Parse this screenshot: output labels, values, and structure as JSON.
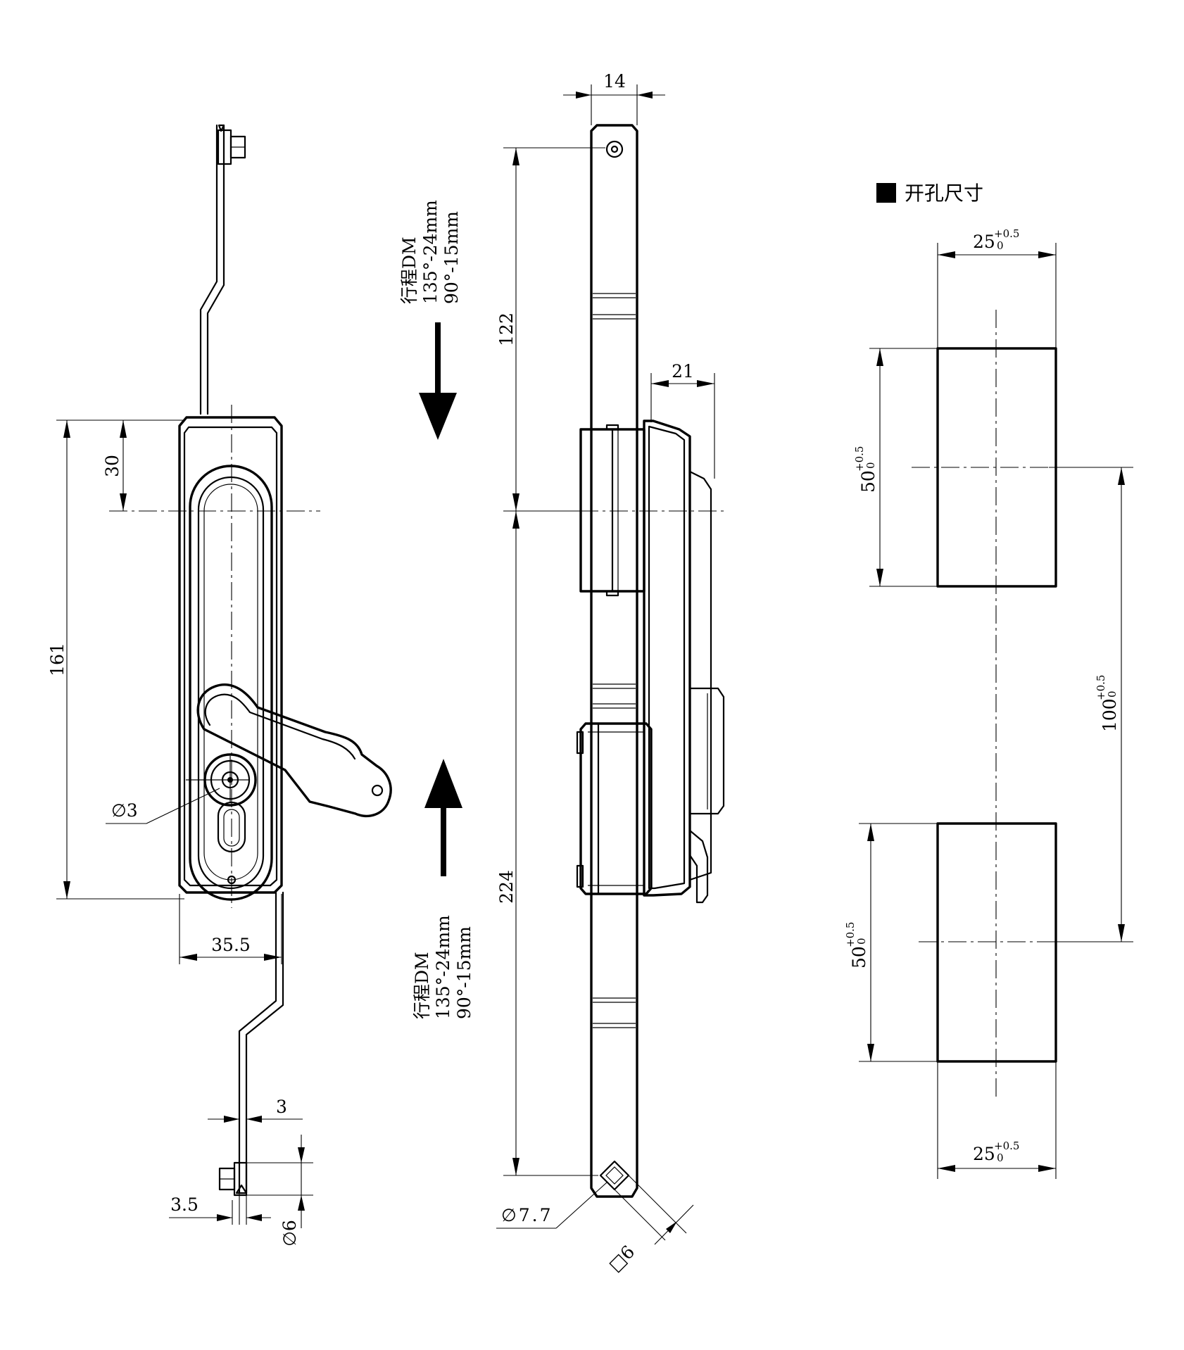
{
  "dimensions": {
    "slot_width": "14",
    "top_pitch": "122",
    "bottom_pitch": "224",
    "body_depth": "21",
    "handle_length": "161",
    "handle_offset": "30",
    "handle_width": "35.5",
    "hole_dia": "∅3",
    "rod_thickness": "3",
    "rod_offset": "3.5",
    "pin_dia": "∅6",
    "end_hole_dia": "∅7.7",
    "square_key": "□6"
  },
  "stroke_note": {
    "title": "行程DM",
    "line1": "135°-24mm",
    "line2": "90°-15mm"
  },
  "cutout": {
    "heading": "开孔尺寸",
    "top_width": "25",
    "bottom_width": "25",
    "top_height": "50",
    "bottom_height": "50",
    "spacing": "100",
    "tolerance_upper": "+0.5",
    "tolerance_lower": "0"
  }
}
